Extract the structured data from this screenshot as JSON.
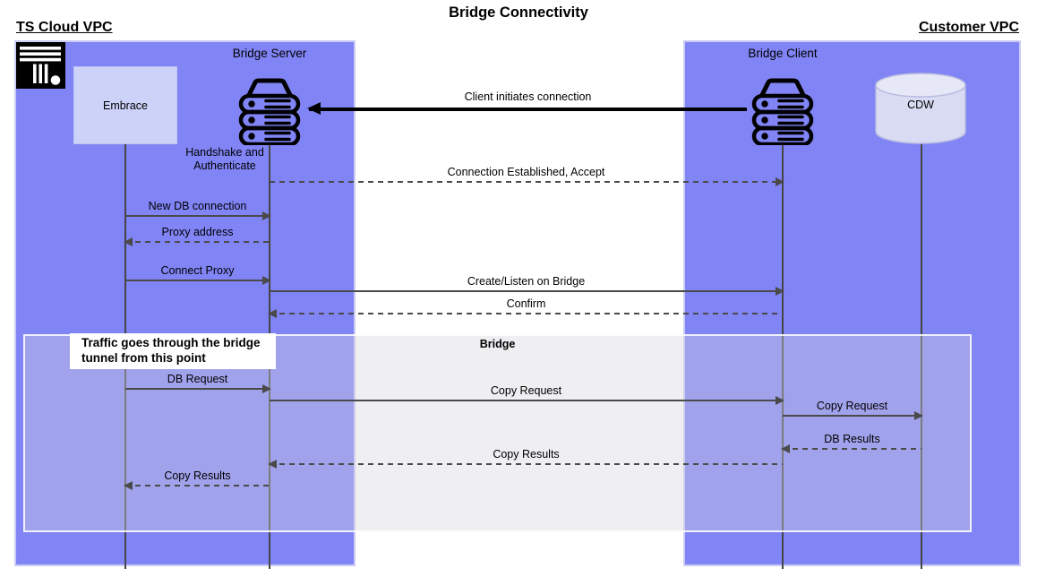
{
  "title": "Bridge Connectivity",
  "regions": {
    "left": {
      "label": "TS Cloud VPC"
    },
    "right": {
      "label": "Customer VPC"
    }
  },
  "nodes": {
    "embrace": {
      "label": "Embrace"
    },
    "bridge_server": {
      "label": "Bridge Server"
    },
    "bridge_client": {
      "label": "Bridge Client"
    },
    "cdw": {
      "label": "CDW"
    }
  },
  "annotations": {
    "handshake": {
      "label": "Handshake and Authenticate"
    },
    "traffic_note": {
      "label": "Traffic goes through the bridge tunnel from this point"
    },
    "bridge_overlay": {
      "label": "Bridge"
    }
  },
  "messages": [
    {
      "label": "Client initiates connection",
      "from": "Bridge Client",
      "to": "Bridge Server",
      "line": "solid-bold",
      "direction": "left"
    },
    {
      "label": "Connection Established, Accept",
      "from": "Bridge Server",
      "to": "Bridge Client",
      "line": "dashed",
      "direction": "right"
    },
    {
      "label": "New DB connection",
      "from": "Embrace",
      "to": "Bridge Server",
      "line": "solid",
      "direction": "right"
    },
    {
      "label": "Proxy address",
      "from": "Bridge Server",
      "to": "Embrace",
      "line": "dashed",
      "direction": "left"
    },
    {
      "label": "Connect Proxy",
      "from": "Embrace",
      "to": "Bridge Server",
      "line": "solid",
      "direction": "right"
    },
    {
      "label": "Create/Listen on Bridge",
      "from": "Bridge Server",
      "to": "Bridge Client",
      "line": "solid",
      "direction": "right"
    },
    {
      "label": "Confirm",
      "from": "Bridge Client",
      "to": "Bridge Server",
      "line": "dashed",
      "direction": "left"
    },
    {
      "label": "DB Request",
      "from": "Embrace",
      "to": "Bridge Server",
      "line": "solid",
      "direction": "right"
    },
    {
      "label": "Copy Request",
      "from": "Bridge Server",
      "to": "Bridge Client",
      "line": "solid",
      "direction": "right"
    },
    {
      "label": "Copy Request",
      "from": "Bridge Client",
      "to": "CDW",
      "line": "solid",
      "direction": "right"
    },
    {
      "label": "DB Results",
      "from": "CDW",
      "to": "Bridge Client",
      "line": "dashed",
      "direction": "left"
    },
    {
      "label": "Copy Results",
      "from": "Bridge Client",
      "to": "Bridge Server",
      "line": "dashed",
      "direction": "left"
    },
    {
      "label": "Copy Results",
      "from": "Bridge Server",
      "to": "Embrace",
      "line": "dashed",
      "direction": "left"
    }
  ],
  "colors": {
    "vpc_fill": "#8184F5",
    "vpc_border": "#CBCCF4",
    "node_fill": "#CCD2F8",
    "cylinder_fill": "#D9DBF3",
    "cylinder_top": "#E6E8F8",
    "arrow": "#4A4A4A",
    "bold_arrow": "#000000",
    "overlay_fill": "rgba(212,212,220,0.38)",
    "logo_bg": "#000000"
  }
}
